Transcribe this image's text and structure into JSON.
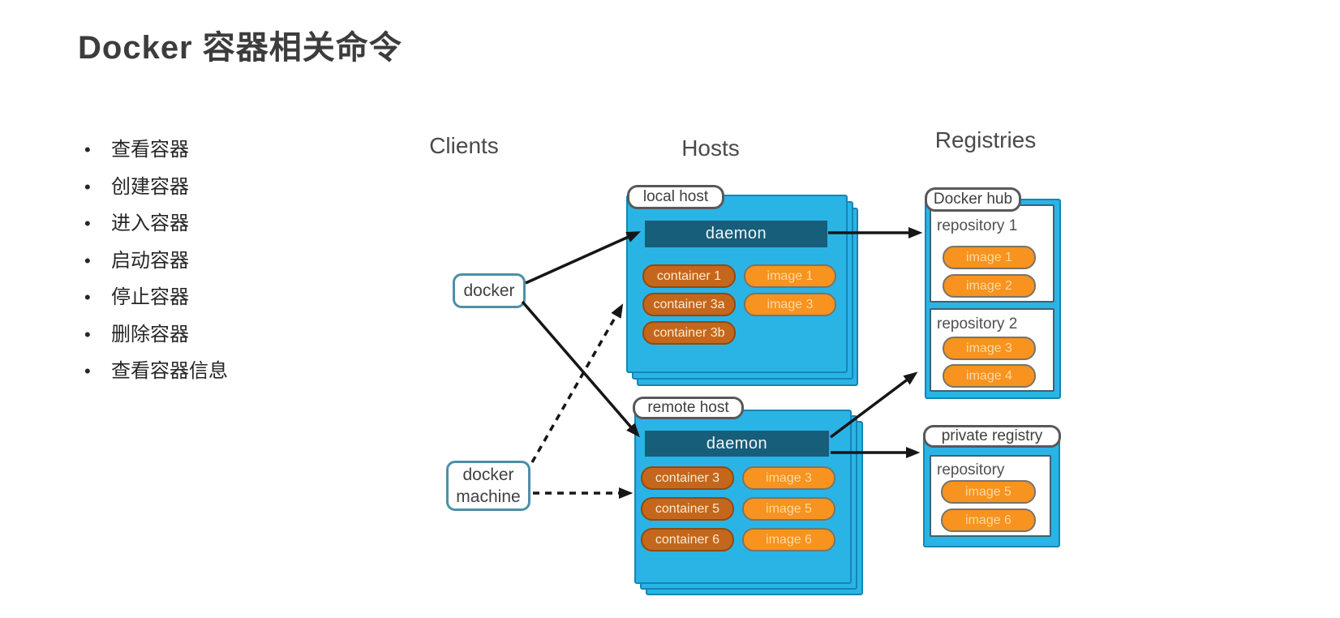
{
  "title": "Docker 容器相关命令",
  "bullets": [
    "查看容器",
    "创建容器",
    "进入容器",
    "启动容器",
    "停止容器",
    "删除容器",
    "查看容器信息"
  ],
  "diagram": {
    "headers": {
      "clients": "Clients",
      "hosts": "Hosts",
      "registries": "Registries"
    },
    "clients": {
      "docker": "docker",
      "docker_machine": "docker machine"
    },
    "local_host": {
      "label": "local host",
      "daemon": "daemon",
      "containers": [
        "container 1",
        "container 3a",
        "container 3b"
      ],
      "images": [
        "image 1",
        "image 3"
      ]
    },
    "remote_host": {
      "label": "remote host",
      "daemon": "daemon",
      "containers": [
        "container 3",
        "container 5",
        "container 6"
      ],
      "images": [
        "image 3",
        "image 5",
        "image 6"
      ]
    },
    "docker_hub": {
      "label": "Docker hub",
      "repos": [
        {
          "name": "repository 1",
          "images": [
            "image 1",
            "image 2"
          ]
        },
        {
          "name": "repository 2",
          "images": [
            "image 3",
            "image 4"
          ]
        }
      ]
    },
    "private_registry": {
      "label": "private registry",
      "repo": {
        "name": "repository",
        "images": [
          "image 5",
          "image 6"
        ]
      }
    }
  },
  "colors": {
    "host_cyan": "#2ab4e6",
    "daemon_teal": "#175e7a",
    "container_orange": "#c4671c",
    "image_orange": "#f7931e",
    "title_gray": "#3c3c3c",
    "arrow_black": "#161616"
  }
}
